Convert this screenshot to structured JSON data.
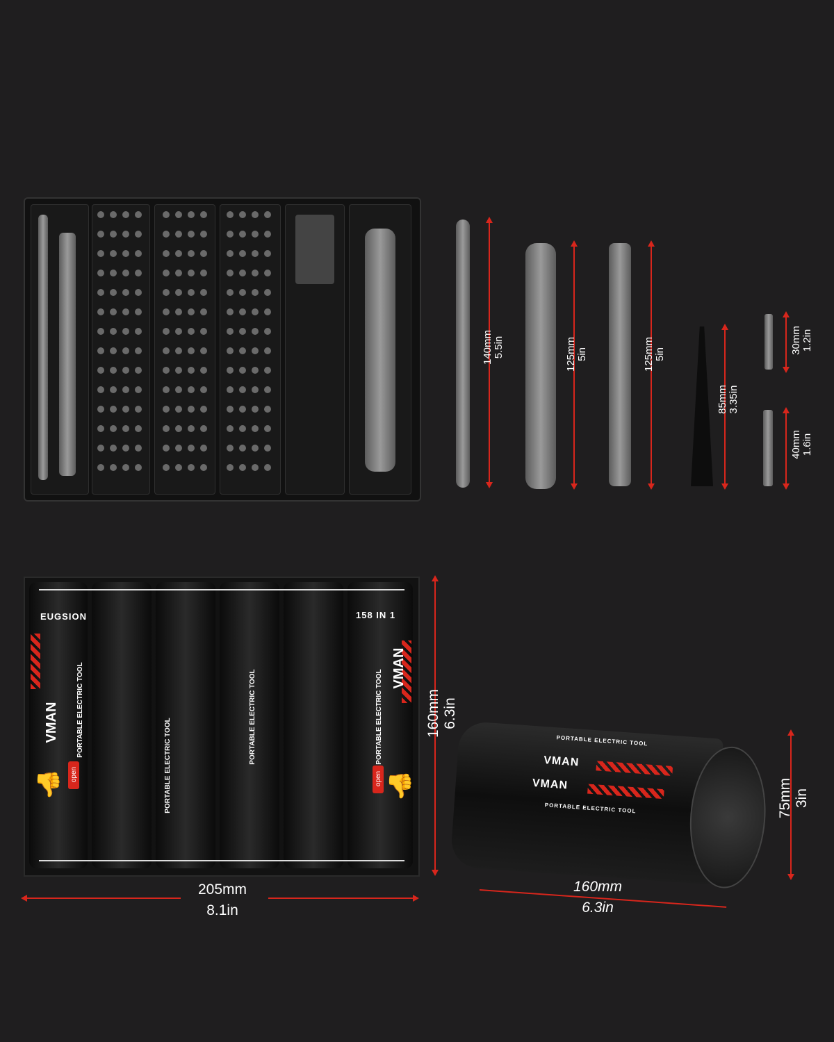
{
  "dimensions": {
    "spudger": {
      "mm": "140mm",
      "in": "5.5in"
    },
    "driver": {
      "mm": "125mm",
      "in": "5in"
    },
    "handle": {
      "mm": "125mm",
      "in": "5in"
    },
    "tweezer": {
      "mm": "85mm",
      "in": "3.35in"
    },
    "bit_short": {
      "mm": "30mm",
      "in": "1.2in"
    },
    "bit_long": {
      "mm": "40mm",
      "in": "1.6in"
    },
    "case_height": {
      "mm": "160mm",
      "in": "6.3in"
    },
    "case_width": {
      "mm": "205mm",
      "in": "8.1in"
    },
    "roll_length": {
      "mm": "160mm",
      "in": "6.3in"
    },
    "roll_diameter": {
      "mm": "75mm",
      "in": "3in"
    }
  },
  "case_print": {
    "brand": "VMAN",
    "subtitle": "PORTABLE ELECTRIC TOOL",
    "series": "EUGSION",
    "count": "158 IN 1",
    "open": "open"
  },
  "colors": {
    "accent": "#d8261c",
    "background": "#1f1e1f"
  }
}
